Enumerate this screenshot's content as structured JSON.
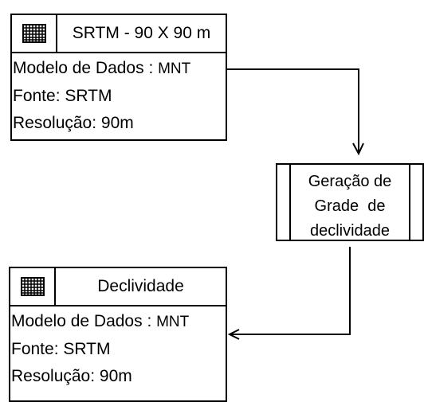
{
  "source_box": {
    "title": "SRTM - 90 X 90 m",
    "icon": "grid-icon",
    "modelo_label": "Modelo de Dados : ",
    "modelo_value": "MNT",
    "fonte": "Fonte: SRTM",
    "resolucao": "Resolução: 90m"
  },
  "process": {
    "line1": "Geração de",
    "line2": "Grade  de",
    "line3": "declividade"
  },
  "output_box": {
    "title": "Declividade",
    "icon": "grid-icon",
    "modelo_label": "Modelo de Dados : ",
    "modelo_value": "MNT",
    "fonte": "Fonte: SRTM",
    "resolucao": "Resolução: 90m"
  }
}
